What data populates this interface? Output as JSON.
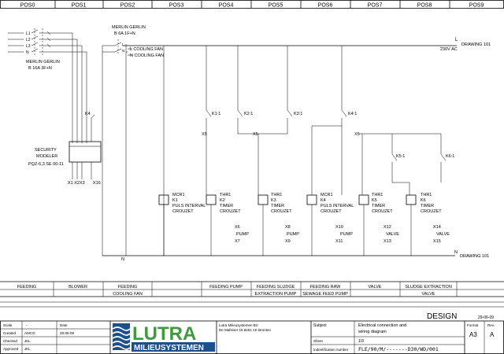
{
  "header": {
    "pos_labels": [
      "POS0",
      "POS1",
      "POS2",
      "POS3",
      "POS4",
      "POS5",
      "POS6",
      "POS7",
      "POS8",
      "POS9"
    ]
  },
  "supply": {
    "line_l": "L",
    "line_n": "N",
    "line_n_bottom": "N",
    "voltage": "230V AC",
    "drawing_ref_top": "DRAWING 101",
    "drawing_ref_bottom": "DRAWING 101",
    "breaker_main_name": "MERLIN GERLIN",
    "breaker_main_rating": "B 16A 3F+N",
    "breaker_small_name": "MERLIN GERLIN",
    "breaker_small_rating": "B 6A 1F+N",
    "cooling_fan_l": "L COOLING FAN",
    "cooling_fan_n": "N COOLING FAN",
    "phase_labels": [
      "L1",
      "L2",
      "L3",
      "N"
    ]
  },
  "security": {
    "title_line1": "SECURITY",
    "title_line2": "MODELER",
    "type": "PQZ-6,3 SE 00-11",
    "outputs": "X1 X2X3",
    "x16": "X16",
    "k4": "K4"
  },
  "contacts": [
    {
      "name": "K1:1"
    },
    {
      "name": "K2:1"
    },
    {
      "name": "K3:1"
    },
    {
      "name": "K4:1"
    },
    {
      "name": "K5:1"
    },
    {
      "name": "K6:1"
    }
  ],
  "terminals_top": [
    "X5",
    "X5",
    "X5"
  ],
  "relays": [
    {
      "code": "MCR1",
      "k": "K1",
      "desc1": "PULS INTERVAL",
      "desc2": "CROUZET"
    },
    {
      "code": "THR1",
      "k": "K2",
      "desc1": "TIMER",
      "desc2": "CROUZET"
    },
    {
      "code": "THR1",
      "k": "K3",
      "desc1": "TIMER",
      "desc2": "CROUZET"
    },
    {
      "code": "MCR1",
      "k": "K4",
      "desc1": "PULS INTERVAL",
      "desc2": "CROUZET"
    },
    {
      "code": "THR1",
      "k": "K5",
      "desc1": "TIMER",
      "desc2": "CROUZET"
    },
    {
      "code": "THR1",
      "k": "K6",
      "desc1": "TIMER",
      "desc2": "CROUZET"
    }
  ],
  "outputs": [
    {
      "top": "X6",
      "label": "PUMP",
      "bottom": "X7"
    },
    {
      "top": "X8",
      "label": "PUMP",
      "bottom": "X9"
    },
    {
      "top": "X10",
      "label": "PUMP",
      "bottom": "X11"
    },
    {
      "top": "X12",
      "label": "VALVE",
      "bottom": "X13"
    },
    {
      "top": "X14",
      "label": "VALVE",
      "bottom": "X15"
    }
  ],
  "functions": {
    "row1": [
      "FEEDING",
      "BLOWER",
      "FEEDING",
      "FEEDING PUMP",
      "FEEDING SLUDGE",
      "FEEDING RAW",
      "VALVE",
      "SLUDGE EXTRACTION"
    ],
    "row2": [
      "COOLING FAN",
      "EXTRACTION PUMP",
      "SEWAGE FEED PUMP",
      "VALVE"
    ]
  },
  "titleblock": {
    "design": "DESIGN",
    "design_date": "29-06-09",
    "scale_label": "Scale",
    "scale_value": "-",
    "date_label": "Date",
    "created_label": "Created",
    "created_by": "AMCO",
    "created_date": "29-06-09",
    "checked_label": "Checked",
    "checked_by": "JKL",
    "approved_label": "Approved",
    "approved_by": "JKL",
    "logo_main": "LUTRA",
    "logo_sub": "MILIEUSYSTEMEN",
    "company_name": "Lutra Milieusystemen BV",
    "company_address": "De Mafeiser 15 8251 AK Dronten",
    "subject_label": "Subject",
    "subject_line1": "Electrical connection and",
    "subject_line2": "wiring diagram",
    "sheet_label": "Sheet",
    "sheet_value": "1/3",
    "ident_label": "Indentification number",
    "ident_value": "FLE/90/M/-------D30/WD/001",
    "format_label": "Format",
    "format_value": "A3",
    "rev_label": "Rev.",
    "rev_value": "A"
  }
}
